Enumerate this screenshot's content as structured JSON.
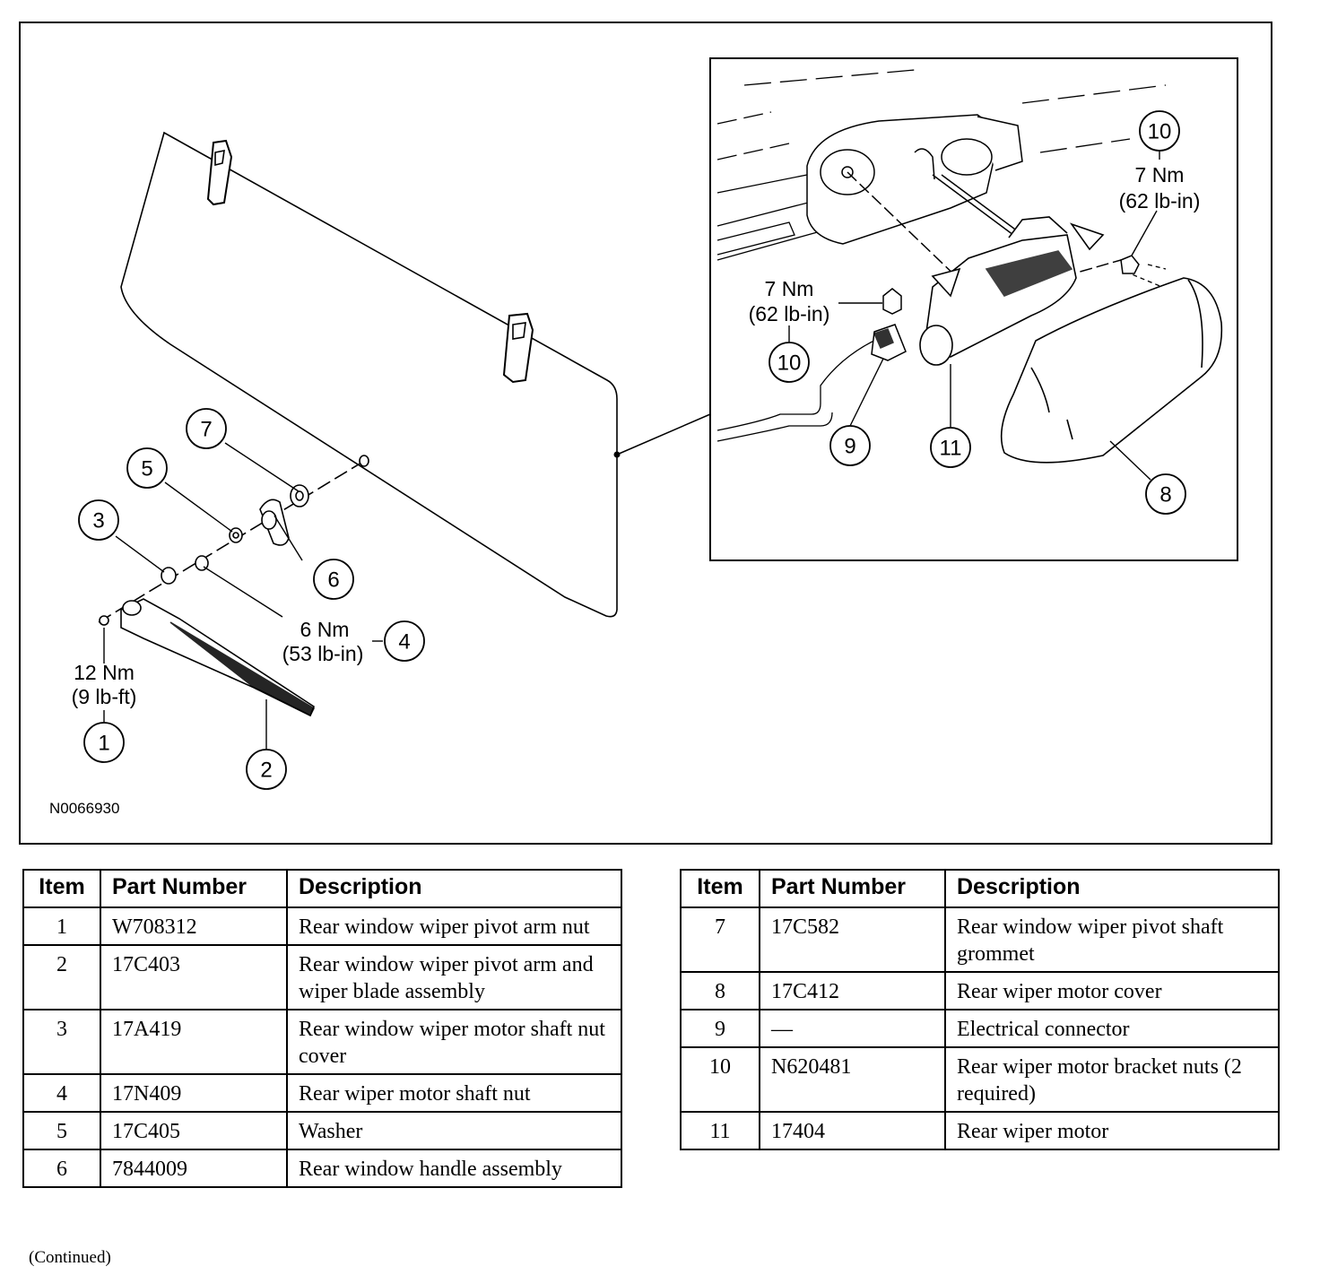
{
  "figure": {
    "id_code": "N0066930",
    "callouts": {
      "c1": "1",
      "c2": "2",
      "c3": "3",
      "c4": "4",
      "c5": "5",
      "c6": "6",
      "c7": "7",
      "c8": "8",
      "c9": "9",
      "c10a": "10",
      "c10b": "10",
      "c11": "11"
    },
    "torques": {
      "t1_line1": "12 Nm",
      "t1_line2": "(9 lb-ft)",
      "t4_line1": "6 Nm",
      "t4_line2": "(53 lb-in)",
      "t10a_line1": "7 Nm",
      "t10a_line2": "(62 lb-in)",
      "t10b_line1": "7 Nm",
      "t10b_line2": "(62 lb-in)"
    }
  },
  "table_headers": {
    "item": "Item",
    "part_number": "Part Number",
    "description": "Description"
  },
  "table_left": [
    {
      "item": "1",
      "part": "W708312",
      "desc": "Rear window wiper pivot arm nut"
    },
    {
      "item": "2",
      "part": "17C403",
      "desc": "Rear window wiper pivot arm and wiper blade assembly"
    },
    {
      "item": "3",
      "part": "17A419",
      "desc": "Rear window wiper motor shaft nut cover"
    },
    {
      "item": "4",
      "part": "17N409",
      "desc": "Rear wiper motor shaft nut"
    },
    {
      "item": "5",
      "part": "17C405",
      "desc": "Washer"
    },
    {
      "item": "6",
      "part": "7844009",
      "desc": "Rear window handle assembly"
    }
  ],
  "table_right": [
    {
      "item": "7",
      "part": "17C582",
      "desc": "Rear window wiper pivot shaft grommet"
    },
    {
      "item": "8",
      "part": "17C412",
      "desc": "Rear wiper motor cover"
    },
    {
      "item": "9",
      "part": "—",
      "desc": "Electrical connector"
    },
    {
      "item": "10",
      "part": "N620481",
      "desc": "Rear wiper motor bracket nuts (2 required)"
    },
    {
      "item": "11",
      "part": "17404",
      "desc": "Rear wiper motor"
    }
  ],
  "continued": "(Continued)"
}
